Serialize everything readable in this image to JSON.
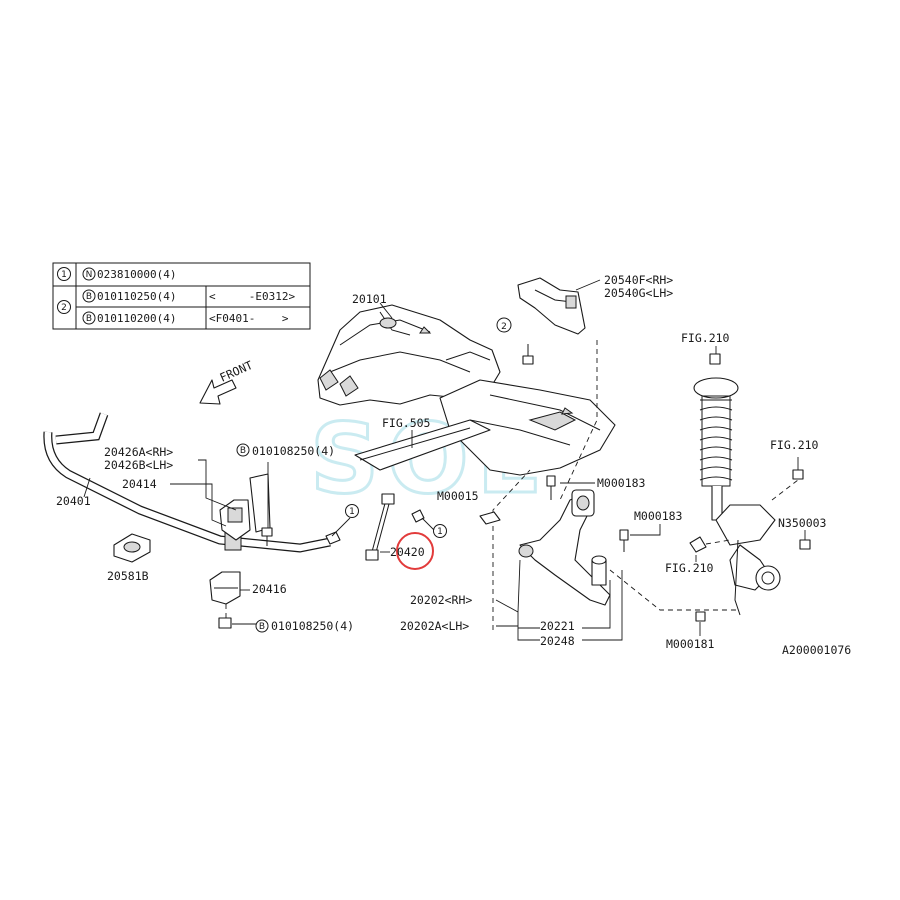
{
  "table": {
    "rows": [
      {
        "circle": "1",
        "prefix": "N",
        "part": "023810000(4)",
        "range": ""
      },
      {
        "circle": "2",
        "prefix": "B",
        "part": "010110250(4)",
        "range": "<     -E0312>"
      },
      {
        "circle": "",
        "prefix": "B",
        "part": "010110200(4)",
        "range": "<F0401-    >"
      }
    ]
  },
  "labels": {
    "front": "FRONT",
    "p20101": "20101",
    "p20540f": "20540F<RH>",
    "p20540g": "20540G<LH>",
    "fig210a": "FIG.210",
    "fig210b": "FIG.210",
    "fig210c": "FIG.210",
    "fig505": "FIG.505",
    "p20426a": "20426A<RH>",
    "p20426b": "20426B<LH>",
    "b1": "010108250(4)",
    "p20414": "20414",
    "p20401": "20401",
    "p20581b": "20581B",
    "p20416": "20416",
    "b2": "010108250(4)",
    "m00015": "M00015",
    "m000183a": "M000183",
    "m000183b": "M000183",
    "n350003": "N350003",
    "p20420": "20420",
    "p20202": "20202<RH>",
    "p20202a": "20202A<LH>",
    "p20221": "20221",
    "p20248": "20248",
    "m000181": "M000181",
    "ref": "A200001076",
    "circle1a": "1",
    "circle1b": "1",
    "circle2": "2",
    "bmark": "B"
  },
  "watermark": "SOL",
  "colors": {
    "highlight": "#e23b3b",
    "line": "#1a1a1a",
    "watermark": "#9fdbe6"
  }
}
